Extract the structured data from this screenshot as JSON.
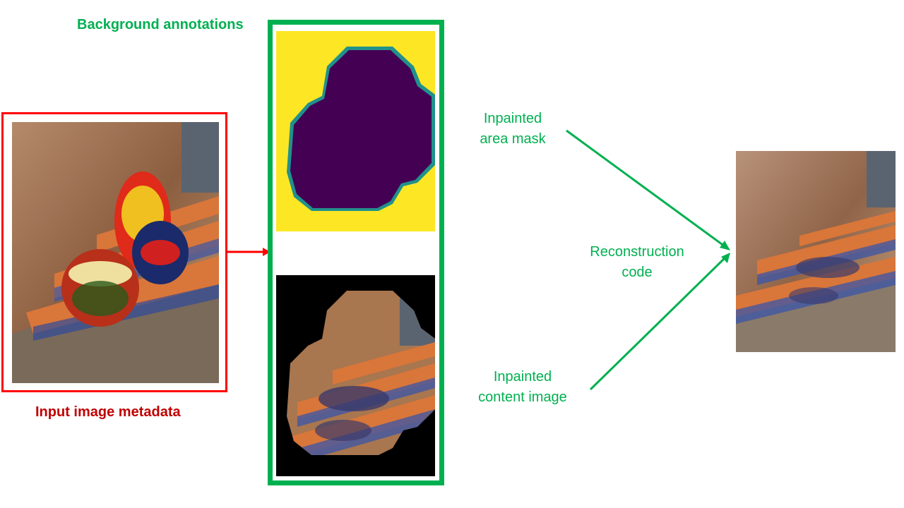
{
  "labels": {
    "background_annotations": "Background annotations",
    "input_image_metadata": "Input image metadata",
    "inpainted_area_mask_line1": "Inpainted",
    "inpainted_area_mask_line2": "area mask",
    "reconstruction_code_line1": "Reconstruction",
    "reconstruction_code_line2": "code",
    "inpainted_content_line1": "Inpainted",
    "inpainted_content_line2": "content image"
  },
  "colors": {
    "input_box": "#ff0000",
    "annotation_box": "#00b050",
    "arrow_red": "#ff0000",
    "arrow_green": "#00b050",
    "mask_background": "#fde725",
    "mask_region": "#440154"
  }
}
